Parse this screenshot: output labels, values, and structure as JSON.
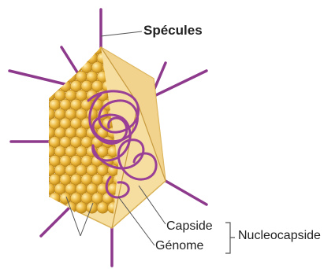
{
  "labels": {
    "spicule": "Spécules",
    "capside": "Capside",
    "genome": "Génome",
    "nucleocapside": "Nucleocapside"
  },
  "colors": {
    "spike": "#8e3a8c",
    "capsid_face": "#f6dea0",
    "capsid_face_dark": "#e8c273",
    "capsomere": "#e6ad2c",
    "capsomere_edge": "#b7811a",
    "genome": "#9a3f96",
    "leader_line": "#555555"
  }
}
